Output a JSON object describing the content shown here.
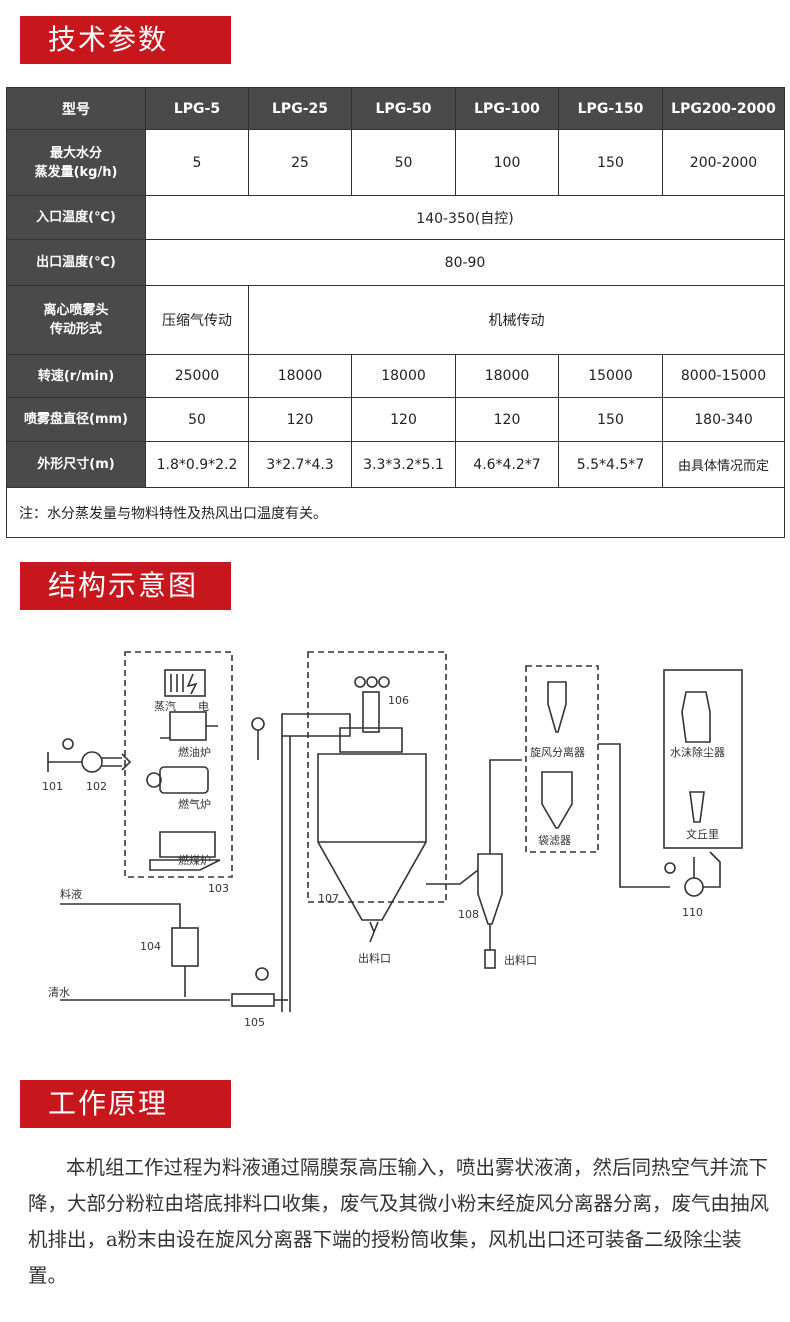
{
  "sections": {
    "spec_title": "技术参数",
    "structure_title": "结构示意图",
    "principle_title": "工作原理"
  },
  "table": {
    "header": [
      "型号",
      "LPG-5",
      "LPG-25",
      "LPG-50",
      "LPG-100",
      "LPG-150",
      "LPG200-2000"
    ],
    "evap_label_1": "最大水分",
    "evap_label_2": "蒸发量(kg/h)",
    "evap_values": [
      "5",
      "25",
      "50",
      "100",
      "150",
      "200-2000"
    ],
    "inlet_label": "入口温度(℃)",
    "inlet_value": "140-350(自控)",
    "outlet_label": "出口温度(℃)",
    "outlet_value": "80-90",
    "drive_label_1": "离心喷雾头",
    "drive_label_2": "传动形式",
    "drive_first": "压缩气传动",
    "drive_rest": "机械传动",
    "speed_label": "转速(r/min)",
    "speed_values": [
      "25000",
      "18000",
      "18000",
      "18000",
      "15000",
      "8000-15000"
    ],
    "disc_label": "喷雾盘直径(mm)",
    "disc_values": [
      "50",
      "120",
      "120",
      "120",
      "150",
      "180-340"
    ],
    "size_label": "外形尺寸(m)",
    "size_values": [
      "1.8*0.9*2.2",
      "3*2.7*4.3",
      "3.3*3.2*5.1",
      "4.6*4.2*7",
      "5.5*4.5*7",
      "由具体情况而定"
    ],
    "note": "注：水分蒸发量与物料特性及热风出口温度有关。"
  },
  "diagram": {
    "labels": {
      "steam": "蒸汽",
      "electric": "电",
      "oil_furnace": "燃油炉",
      "gas_furnace": "燃气炉",
      "coal_furnace": "燃煤炉",
      "cyclone": "旋风分离器",
      "bag_filter": "袋滤器",
      "water_dust": "水沫除尘器",
      "venturi": "文丘里",
      "outlet_1": "出料口",
      "outlet_2": "出料口",
      "feed_liquid": "料液",
      "clean_water": "清水"
    },
    "numbers": {
      "n101": "101",
      "n102": "102",
      "n103": "103",
      "n104": "104",
      "n105": "105",
      "n106": "106",
      "n107": "107",
      "n108": "108",
      "n110": "110"
    }
  },
  "principle": {
    "text": "本机组工作过程为料液通过隔膜泵高压输入，喷出雾状液滴，然后同热空气并流下降，大部分粉粒由塔底排料口收集，废气及其微小粉末经旋风分离器分离，废气由抽风机排出，a粉末由设在旋风分离器下端的授粉筒收集，风机出口还可装备二级除尘装置。"
  },
  "colors": {
    "accent": "#c8161d",
    "header_bg": "#4a4a4a"
  }
}
